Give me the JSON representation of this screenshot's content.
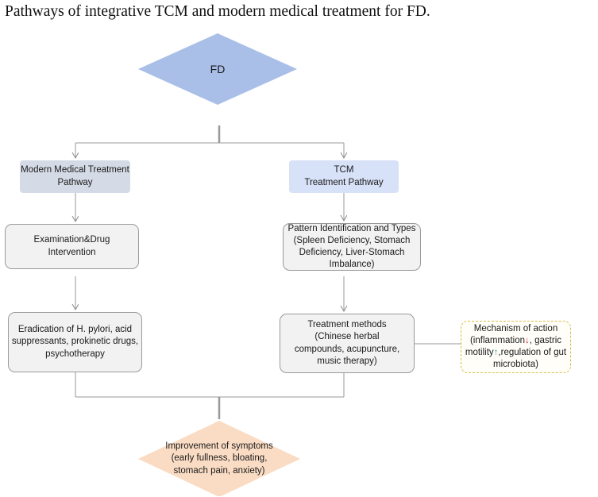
{
  "title": "Pathways of integrative TCM and modern medical treatment for FD.",
  "nodes": {
    "fd": "FD",
    "modern_pathway": "Modern Medical Treatment\nPathway",
    "tcm_pathway": "TCM\nTreatment Pathway",
    "exam_drug": "Examination&Drug\nIntervention",
    "pattern": "Pattern Identification and Types\n(Spleen Deficiency, Stomach\nDeficiency, Liver-Stomach\nImbalance)",
    "eradication": "Eradication of H. pylori, acid\nsuppressants, prokinetic drugs,\npsychotherapy",
    "treatment_methods": "Treatment methods\n(Chinese herbal\ncompounds, acupuncture,\nmusic therapy)",
    "mechanism": {
      "line1": "Mechanism of action",
      "line2a": "(inflammation",
      "down_arrow": "↓",
      "line2b": ", gastric",
      "line3a": "motility",
      "up_arrow": "↑",
      "line3b": ",regulation of gut",
      "line4": "microbiota)"
    },
    "improvement": "Improvement of symptoms\n(early fullness, bloating,\nstomach pain, anxiety)"
  },
  "colors": {
    "fd_diamond": "#a9bfe8",
    "improvement_diamond": "#fadcc4",
    "modern_box": "#d5dbe6",
    "tcm_box": "#d7e1f7",
    "process_box": "#f2f2f2",
    "mechanism_border": "#d6c04a",
    "connector": "#9a9a9a",
    "decrease_arrow": "#d22c2c",
    "increase_arrow": "#2aa39a"
  }
}
